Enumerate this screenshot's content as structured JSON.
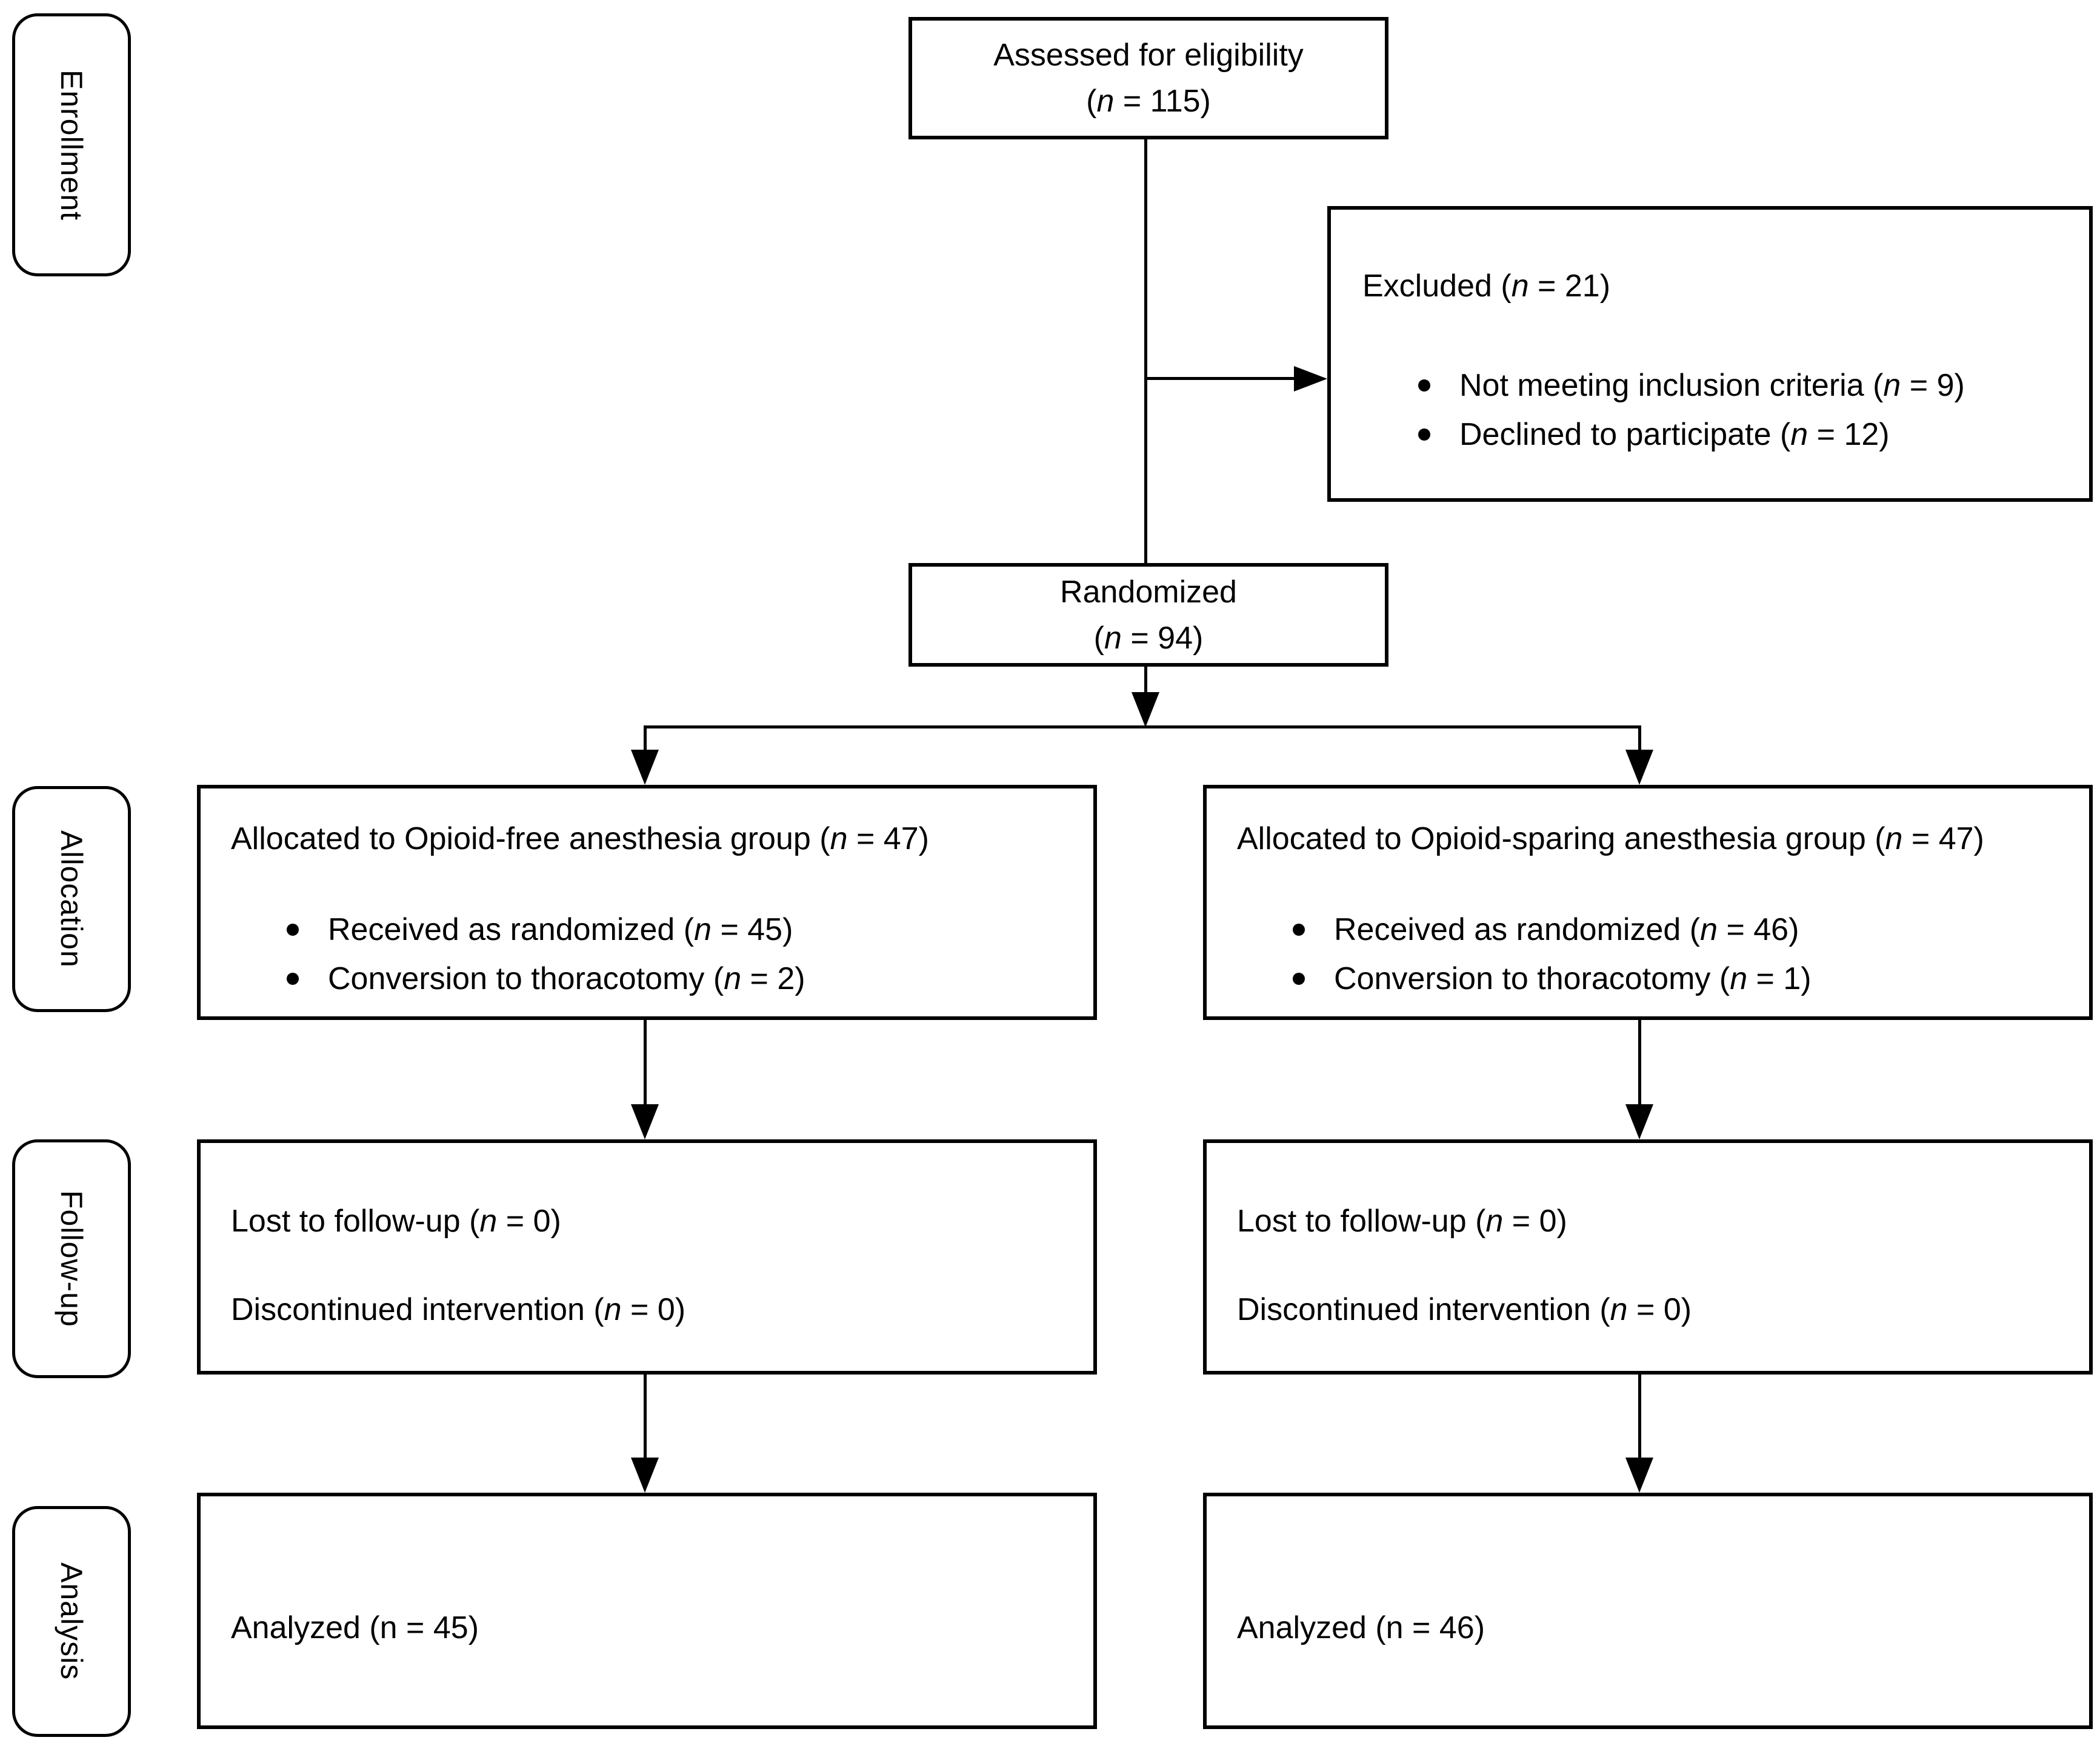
{
  "figure": {
    "type": "consort-flow-diagram",
    "ink": "#000000",
    "paper": "#ffffff"
  },
  "stages": [
    {
      "label": "Enrollment"
    },
    {
      "label": "Allocation"
    },
    {
      "label": "Follow-up"
    },
    {
      "label": "Analysis"
    }
  ],
  "boxes": {
    "assessed": {
      "line1": [
        {
          "t": "Assessed for eligibility"
        }
      ],
      "line2": [
        {
          "t": "("
        },
        {
          "t": "n",
          "i": true
        },
        {
          "t": " = 115)"
        }
      ]
    },
    "excluded": {
      "title": [
        {
          "t": "Excluded ("
        },
        {
          "t": "n",
          "i": true
        },
        {
          "t": " = 21)"
        }
      ],
      "bullets": [
        [
          {
            "t": "Not meeting inclusion criteria ("
          },
          {
            "t": "n",
            "i": true
          },
          {
            "t": " = 9)"
          }
        ],
        [
          {
            "t": "Declined to participate ("
          },
          {
            "t": "n",
            "i": true
          },
          {
            "t": " = 12)"
          }
        ]
      ]
    },
    "randomized": {
      "line1": [
        {
          "t": "Randomized"
        }
      ],
      "line2": [
        {
          "t": "("
        },
        {
          "t": "n",
          "i": true
        },
        {
          "t": " = 94)"
        }
      ]
    },
    "alloc_left": {
      "title": [
        {
          "t": "Allocated to Opioid-free anesthesia group ("
        },
        {
          "t": "n",
          "i": true
        },
        {
          "t": " = 47)"
        }
      ],
      "bullets": [
        [
          {
            "t": "Received as randomized ("
          },
          {
            "t": "n",
            "i": true
          },
          {
            "t": " = 45)"
          }
        ],
        [
          {
            "t": "Conversion to thoracotomy ("
          },
          {
            "t": "n",
            "i": true
          },
          {
            "t": " = 2)"
          }
        ]
      ]
    },
    "alloc_right": {
      "title": [
        {
          "t": "Allocated to Opioid-sparing anesthesia group ("
        },
        {
          "t": "n",
          "i": true
        },
        {
          "t": " = 47)"
        }
      ],
      "bullets": [
        [
          {
            "t": "Received as randomized ("
          },
          {
            "t": "n",
            "i": true
          },
          {
            "t": " = 46)"
          }
        ],
        [
          {
            "t": "Conversion to thoracotomy ("
          },
          {
            "t": "n",
            "i": true
          },
          {
            "t": " = 1)"
          }
        ]
      ]
    },
    "followup_left": {
      "line1": [
        {
          "t": "Lost to follow-up ("
        },
        {
          "t": "n",
          "i": true
        },
        {
          "t": " = 0)"
        }
      ],
      "line2": [
        {
          "t": "Discontinued intervention ("
        },
        {
          "t": "n",
          "i": true
        },
        {
          "t": " = 0)"
        }
      ]
    },
    "followup_right": {
      "line1": [
        {
          "t": "Lost to follow-up ("
        },
        {
          "t": "n",
          "i": true
        },
        {
          "t": " = 0)"
        }
      ],
      "line2": [
        {
          "t": "Discontinued intervention ("
        },
        {
          "t": "n",
          "i": true
        },
        {
          "t": " = 0)"
        }
      ]
    },
    "analysis_left": {
      "line1": [
        {
          "t": "Analyzed (n = 45)"
        }
      ]
    },
    "analysis_right": {
      "line1": [
        {
          "t": "Analyzed (n = 46)"
        }
      ]
    }
  }
}
